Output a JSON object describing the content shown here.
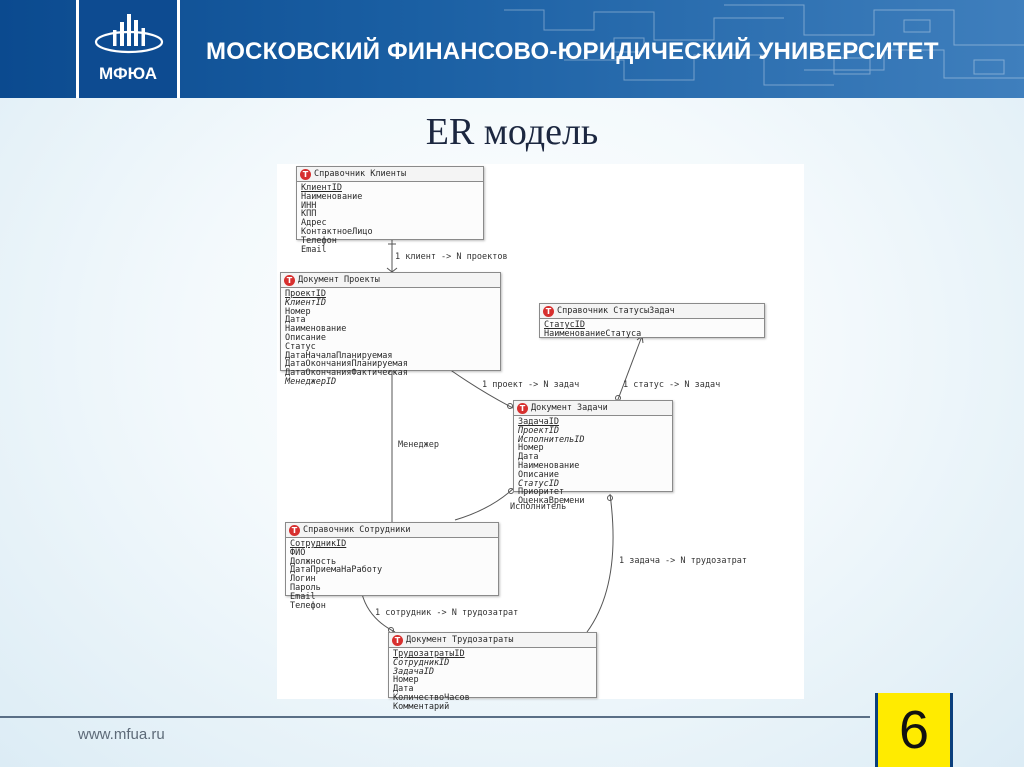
{
  "header": {
    "logo_text": "МФЮА",
    "university_name": "МОСКОВСКИЙ ФИНАНСОВО-ЮРИДИЧЕСКИЙ УНИВЕРСИТЕТ"
  },
  "slide": {
    "title": "ER модель"
  },
  "diagram": {
    "entities": {
      "clients": {
        "title": "Справочник Клиенты",
        "fields": [
          "КлиентID",
          "Наименование",
          "ИНН",
          "КПП",
          "Адрес",
          "КонтактноеЛицо",
          "Телефон",
          "Email"
        ]
      },
      "projects": {
        "title": "Документ Проекты",
        "fields": [
          "ПроектID",
          "КлиентID",
          "Номер",
          "Дата",
          "Наименование",
          "Описание",
          "Статус",
          "ДатаНачалаПланируемая",
          "ДатаОкончанияПланируемая",
          "ДатаОкончанияФактическая",
          "МенеджерID"
        ]
      },
      "statuses": {
        "title": "Справочник СтатусыЗадач",
        "fields": [
          "СтатусID",
          "НаименованиеСтатуса"
        ]
      },
      "tasks": {
        "title": "Документ Задачи",
        "fields": [
          "ЗадачаID",
          "ПроектID",
          "ИсполнительID",
          "Номер",
          "Дата",
          "Наименование",
          "Описание",
          "СтатусID",
          "Приоритет",
          "ОценкаВремени"
        ]
      },
      "employees": {
        "title": "Справочник Сотрудники",
        "fields": [
          "СотрудникID",
          "ФИО",
          "Должность",
          "ДатаПриемаНаРаботу",
          "Логин",
          "Пароль",
          "Email",
          "Телефон"
        ]
      },
      "labor": {
        "title": "Документ Трудозатраты",
        "fields": [
          "ТрудозатратыID",
          "СотрудникID",
          "ЗадачаID",
          "Номер",
          "Дата",
          "КоличествоЧасов",
          "Комментарий"
        ]
      }
    },
    "relations": {
      "client_projects": "1 клиент -> N проектов",
      "project_tasks": "1 проект -> N задач",
      "status_tasks": "1 статус -> N задач",
      "manager": "Менеджер",
      "executor": "Исполнитель",
      "task_labor": "1 задача -> N трудозатрат",
      "employee_labor": "1 сотрудник -> N трудозатрат"
    },
    "icon_letter": "T"
  },
  "footer": {
    "url": "www.mfua.ru",
    "page_number": "6"
  },
  "colors": {
    "header_blue": "#0b4a8f",
    "accent_yellow": "#ffeb00",
    "entity_icon_red": "#d7302f"
  }
}
